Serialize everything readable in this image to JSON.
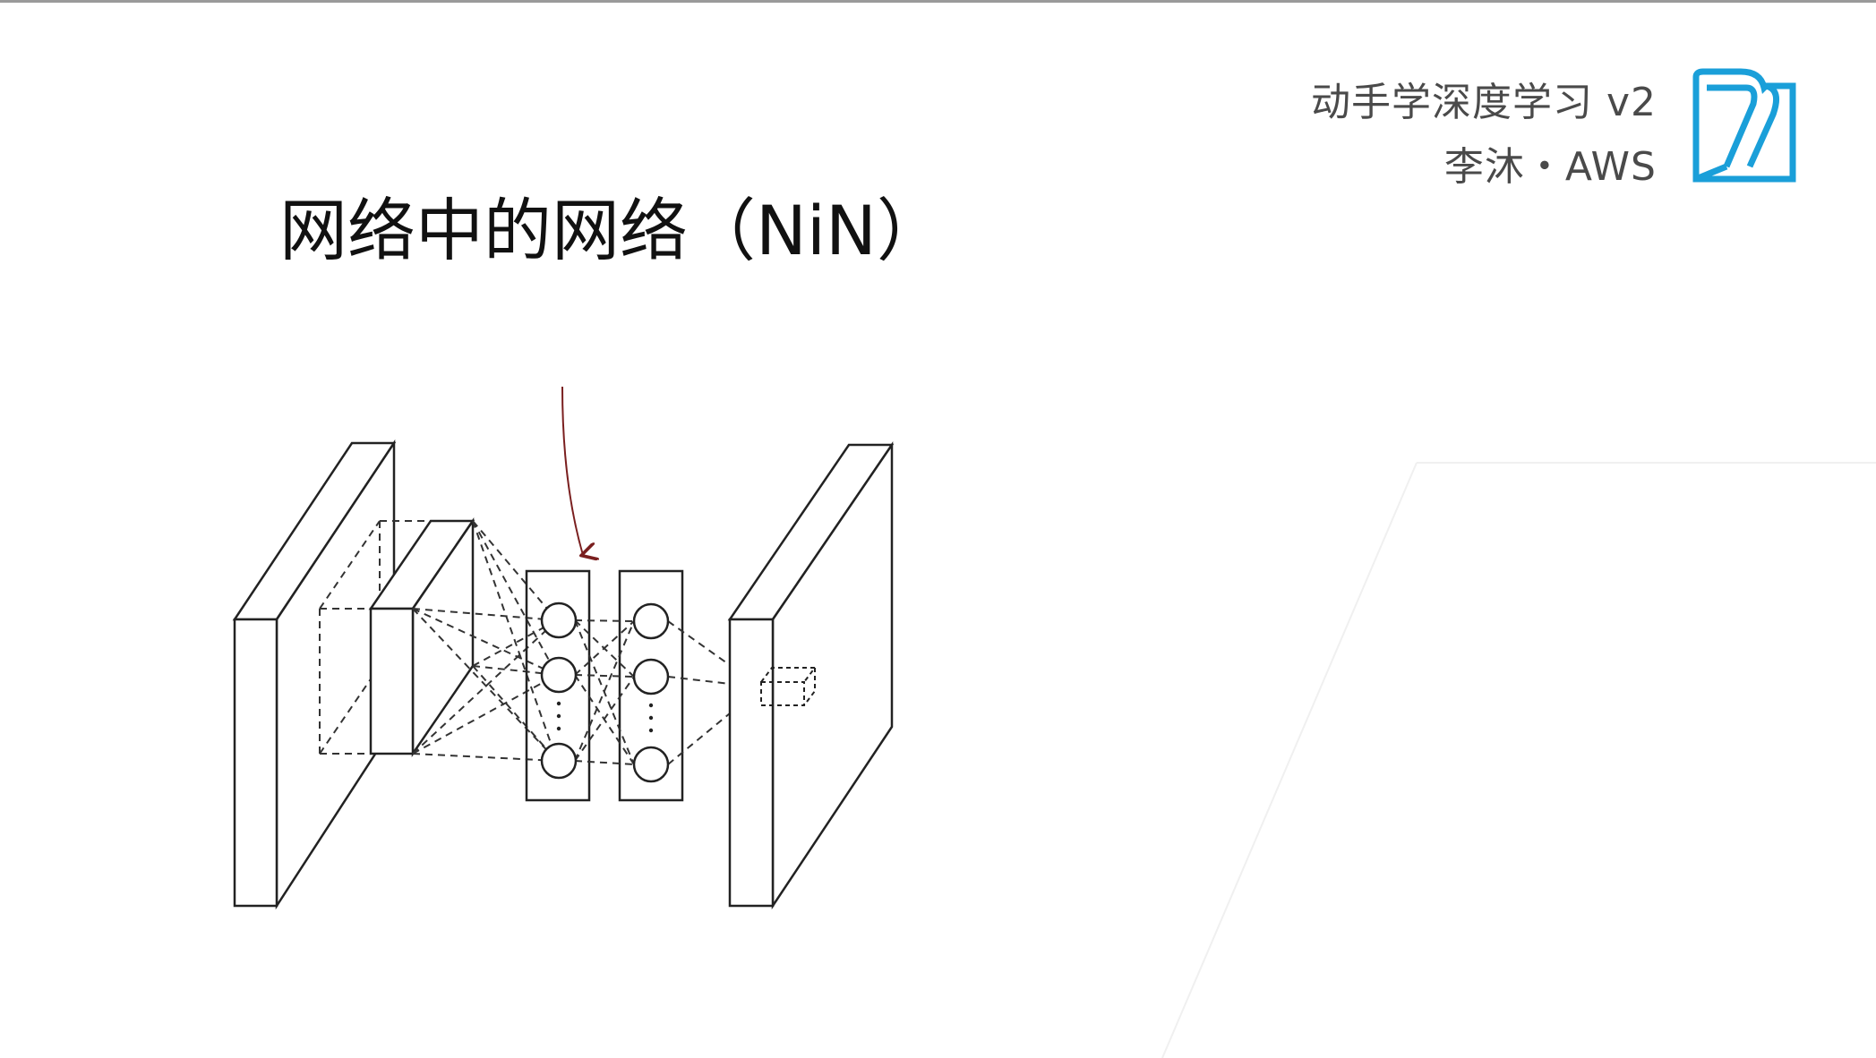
{
  "header": {
    "course_title": "动手学深度学习 v2",
    "course_author": "李沐・AWS"
  },
  "slide": {
    "title": "网络中的网络（NiN）"
  },
  "colors": {
    "text": "#4a4a4a",
    "title": "#111111",
    "logo": "#1a9fd9",
    "arrow": "#7a1f1f",
    "diagram_stroke": "#222222"
  },
  "icons": {
    "logo": "d2l-book-logo"
  }
}
